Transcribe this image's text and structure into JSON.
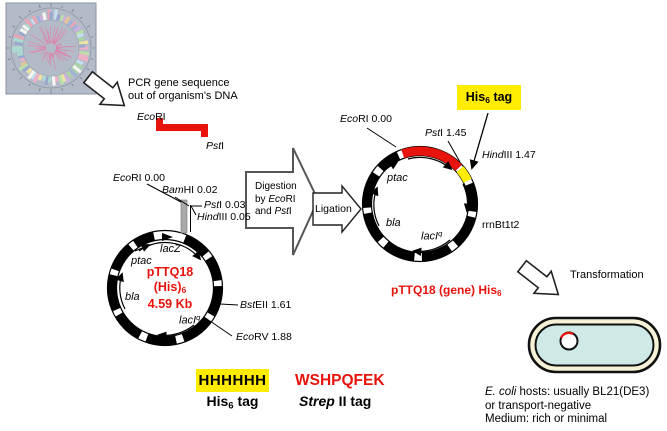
{
  "colors": {
    "red": "#e8130c",
    "yellow": "#ffec00",
    "cell_wall_fill": "#f6f2d8",
    "cell_fill": "#cfe9e6",
    "genome_bg": "#b4bbc8"
  },
  "pcr_step": {
    "line1": "PCR gene sequence",
    "line2": "out of organism's DNA"
  },
  "insert": {
    "ecoRI_it": "Eco",
    "ecoRI_rest": "RI",
    "pstI_it": "Pst",
    "pstI_rest": "I"
  },
  "digestion": {
    "line1": "Digestion",
    "line2_pre": "by ",
    "line2_it": "Eco",
    "line2_post": "RI",
    "line3_pre": "and ",
    "line3_it": "Pst",
    "line3_post": "I"
  },
  "ligation": {
    "label": "Ligation"
  },
  "left_plasmid": {
    "sites": {
      "ecoRI": {
        "it": "Eco",
        "rest": "RI 0.00"
      },
      "bamHI": {
        "it": "Bam",
        "rest": "HI 0.02"
      },
      "pstI": {
        "it": "Pst",
        "rest": "I 0.03"
      },
      "hindIII": {
        "it": "Hind",
        "rest": "III 0.05"
      },
      "bstEII": {
        "it": "Bst",
        "rest": "EII 1.61"
      },
      "ecoRV": {
        "it": "Eco",
        "rest": "RV 1.88"
      }
    },
    "features": {
      "lacZ": "lacZ",
      "ptac": "ptac",
      "bla": "bla",
      "lacI": "lacI",
      "lacI_sup": "q"
    },
    "name": {
      "line1": "pTTQ18",
      "line2_pre": "(His)",
      "line2_sub": "6",
      "line3": "4.59 Kb"
    }
  },
  "right_plasmid": {
    "sites": {
      "ecoRI": {
        "it": "Eco",
        "rest": "RI 0.00"
      },
      "pstI": {
        "it": "Pst",
        "rest": "I 1.45"
      },
      "hindIII": {
        "it": "Hind",
        "rest": "III 1.47"
      }
    },
    "his_tag_callout": {
      "pre": "His",
      "sub": "6",
      "post": " tag"
    },
    "features": {
      "ptac": "ptac",
      "bla": "bla",
      "lacI": "lacI",
      "lacI_sup": "q",
      "terminator": "rrnBt1t2"
    },
    "caption": {
      "pre": "pTTQ18 (gene) His",
      "sub": "6"
    }
  },
  "transformation": {
    "label": "Transformation"
  },
  "tags": {
    "his": {
      "sequence": "HHHHHH",
      "label_pre": "His",
      "label_sub": "6",
      "label_post": " tag"
    },
    "strep": {
      "sequence": "WSHPQFEK",
      "label_it": "Strep",
      "label_rest": " II tag"
    }
  },
  "host_info": {
    "line1_it": "E. coli",
    "line1_rest": " hosts: usually BL21(DE3)",
    "line2": "or transport-negative",
    "line3": "Medium: rich or minimal"
  }
}
